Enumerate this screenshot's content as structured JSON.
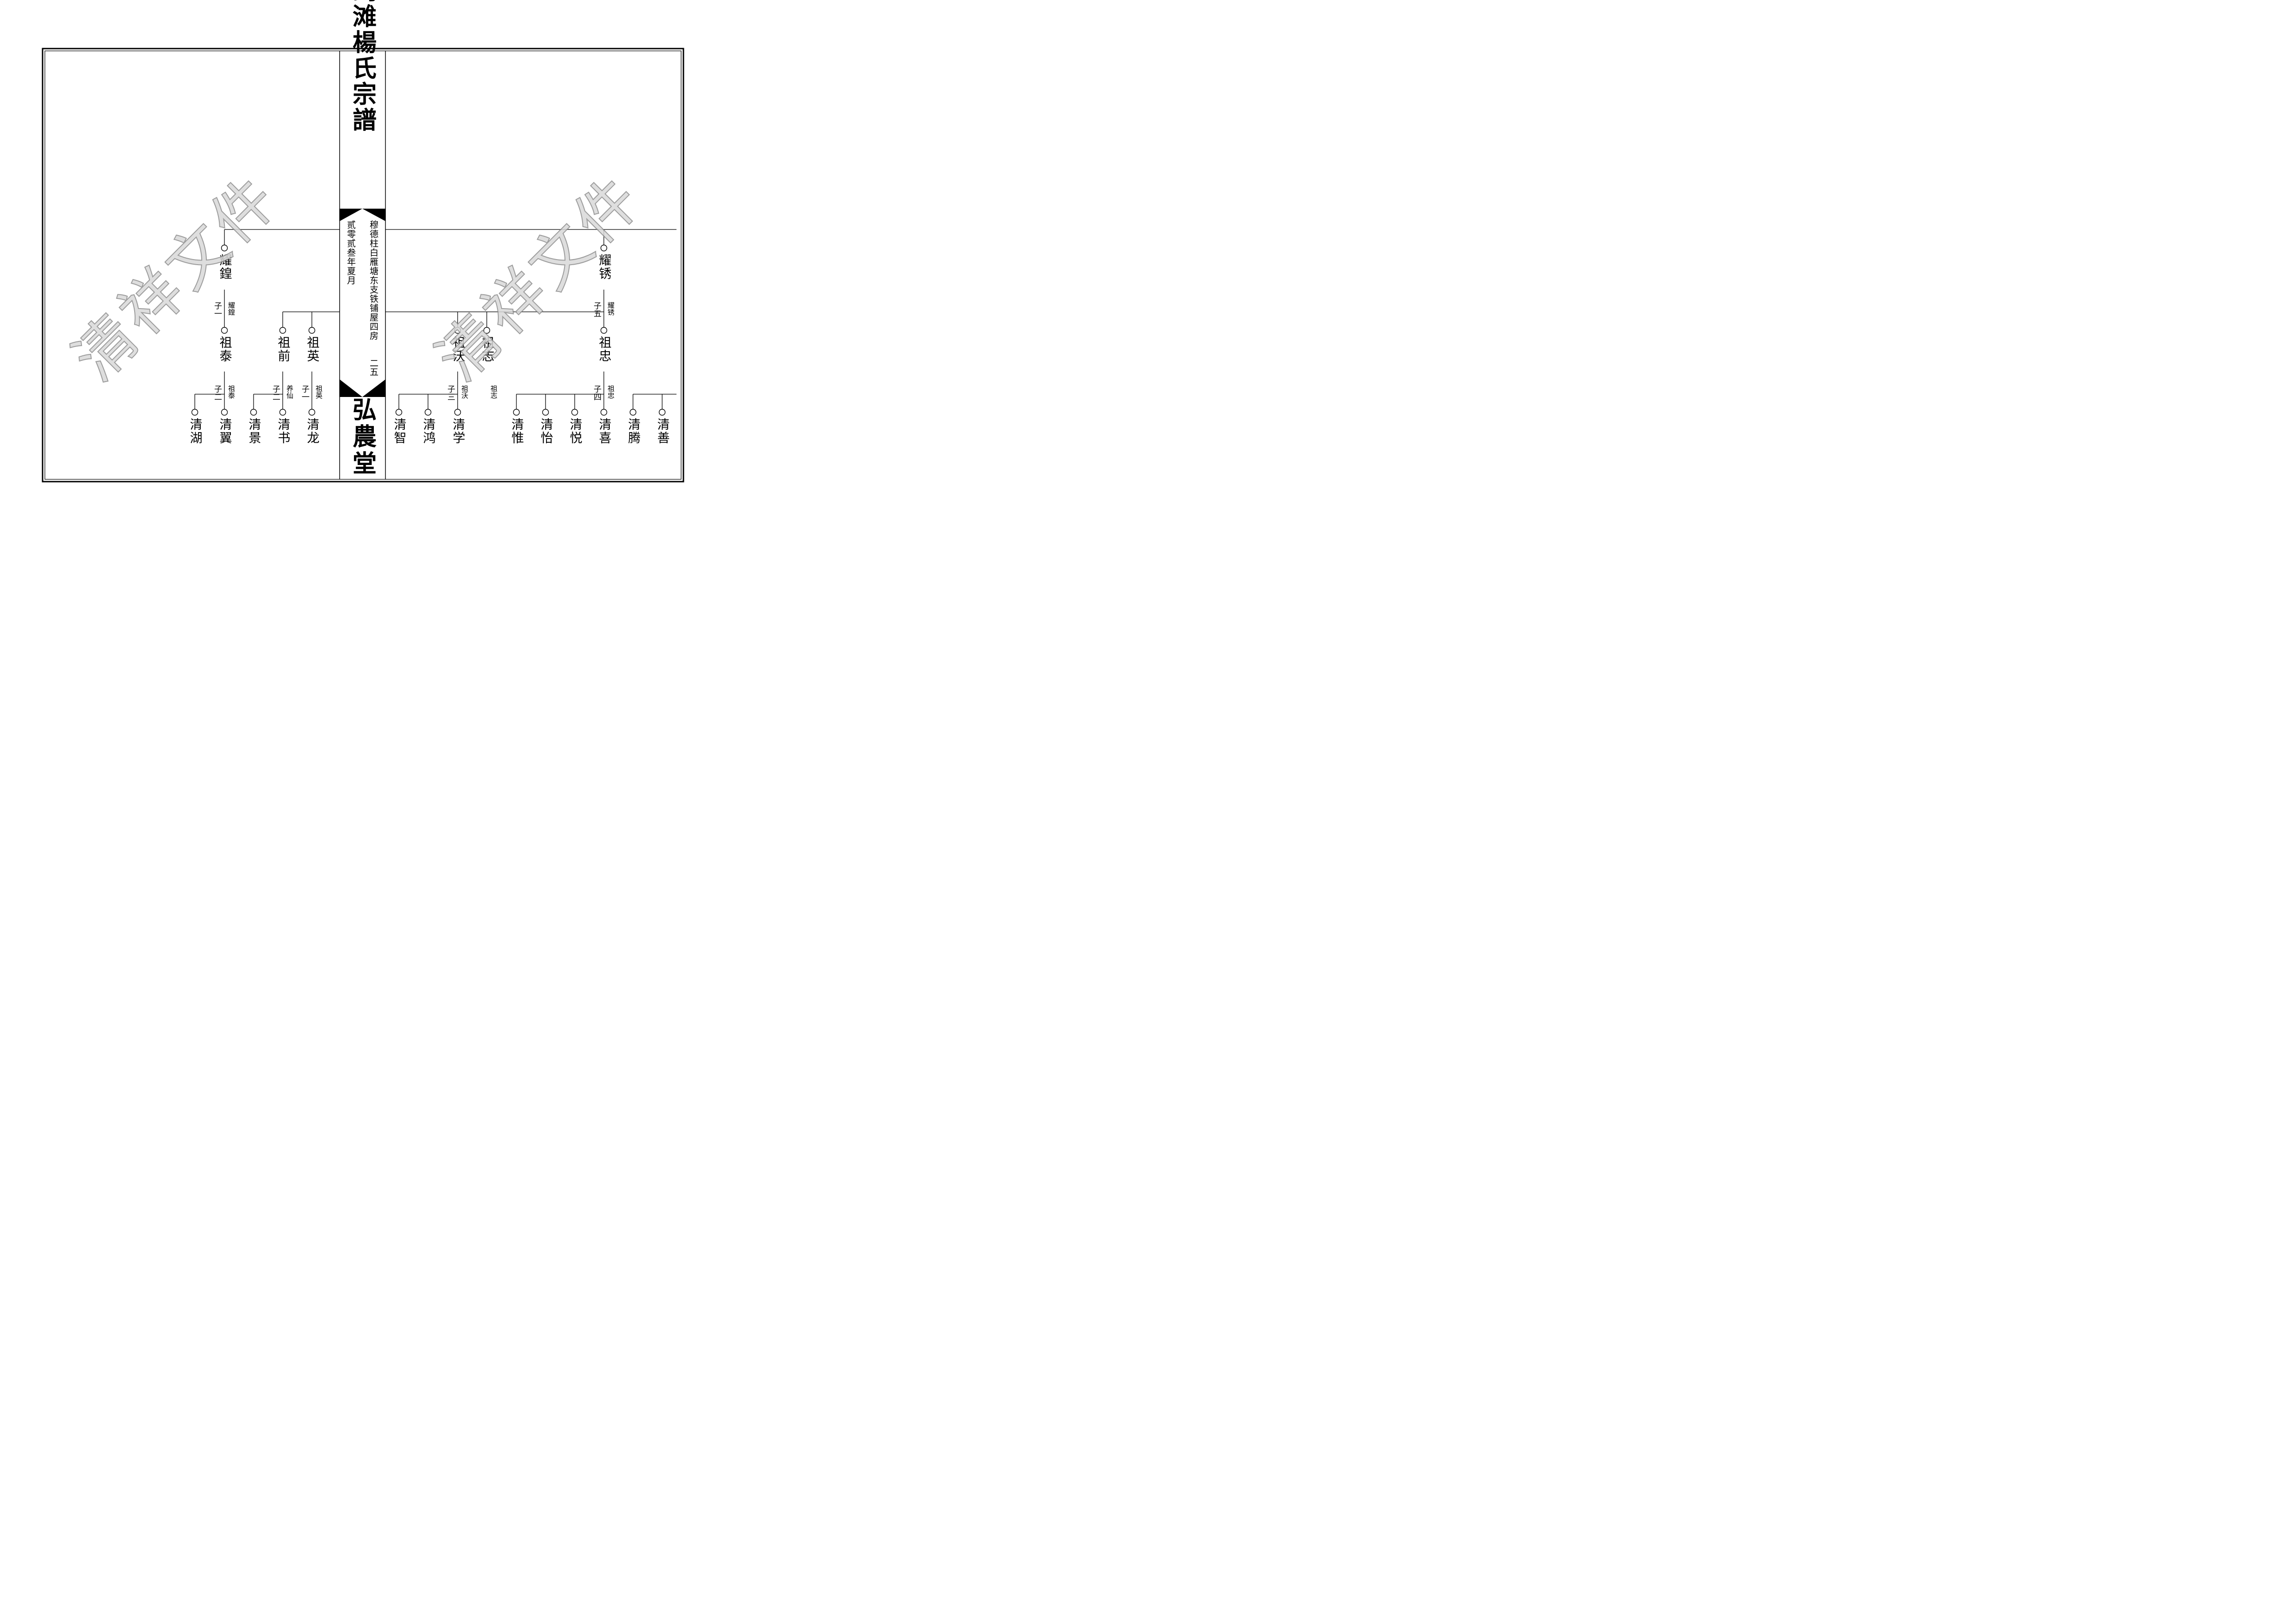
{
  "title": "剑滩楊氏宗譜",
  "hall_name": "弘農堂",
  "branch": "穆德柱白雁塘东支铁铺屋四房",
  "date": "贰零贰叁年夏月",
  "page_number": "二五",
  "watermark": "清祥文件",
  "colors": {
    "ink": "#000000",
    "watermark_fill": "#d9d9d9",
    "watermark_stroke": "#8c8c8c"
  },
  "persons": [
    {
      "id": "yaohuang",
      "name": "耀鍠"
    },
    {
      "id": "zutai",
      "name": "祖泰"
    },
    {
      "id": "zuqian",
      "name": "祖前"
    },
    {
      "id": "zuying",
      "name": "祖英"
    },
    {
      "id": "qinghu",
      "name": "清湖"
    },
    {
      "id": "qingyi",
      "name": "清翼"
    },
    {
      "id": "qingjing",
      "name": "清景"
    },
    {
      "id": "qingshu",
      "name": "清书"
    },
    {
      "id": "qinglong",
      "name": "清龙"
    },
    {
      "id": "yaoxiu",
      "name": "耀锈"
    },
    {
      "id": "zuwo",
      "name": "祖沃"
    },
    {
      "id": "zuzhi",
      "name": "祖志"
    },
    {
      "id": "zuzhong",
      "name": "祖忠"
    },
    {
      "id": "qingzhi",
      "name": "清智"
    },
    {
      "id": "qinghong",
      "name": "清鸿"
    },
    {
      "id": "qingxue",
      "name": "清学"
    },
    {
      "id": "qingwei",
      "name": "清惟"
    },
    {
      "id": "qingyi2",
      "name": "清怡"
    },
    {
      "id": "qingyue",
      "name": "清悦"
    },
    {
      "id": "qingxi",
      "name": "清喜"
    },
    {
      "id": "qingteng",
      "name": "清腾"
    },
    {
      "id": "qingshan",
      "name": "清善"
    }
  ],
  "relations": [
    {
      "id": "r-yaohuang",
      "order": "子一",
      "parent": "耀鍠"
    },
    {
      "id": "r-zutai",
      "order": "子二",
      "parent": "祖泰"
    },
    {
      "id": "r-yangxian",
      "order": "子二",
      "parent": "养仙"
    },
    {
      "id": "r-zuying",
      "order": "子一",
      "parent": "祖英"
    },
    {
      "id": "r-yaoxiu",
      "order": "子五",
      "parent": "耀锈"
    },
    {
      "id": "r-zuwo",
      "order": "子三",
      "parent": "祖沃"
    },
    {
      "id": "r-zuzhi",
      "order": "",
      "parent": "祖志"
    },
    {
      "id": "r-zuzhong",
      "order": "子四",
      "parent": "祖忠"
    }
  ]
}
